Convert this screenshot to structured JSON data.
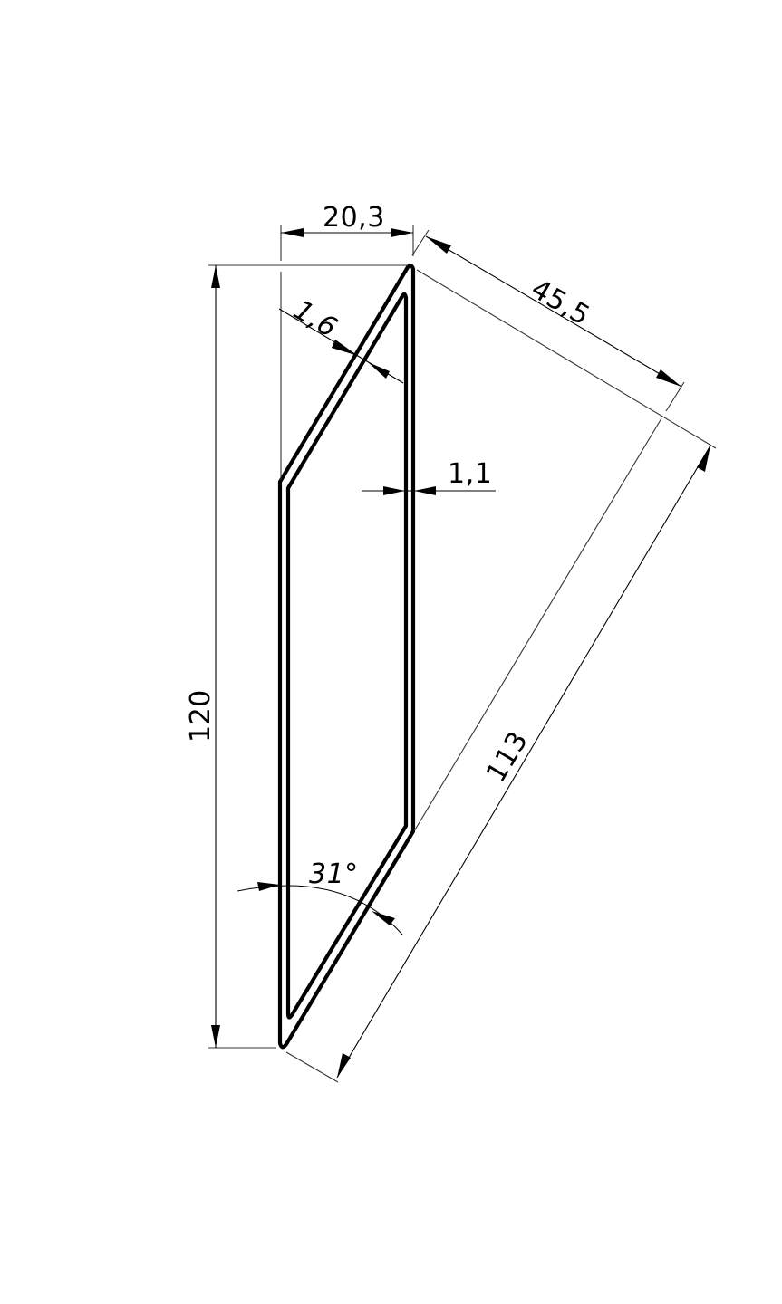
{
  "drawing": {
    "type": "technical-profile-drawing",
    "units": "mm",
    "decimal_separator": ",",
    "line_color": "#000000",
    "background": "#ffffff"
  },
  "dimensions": {
    "width_top": {
      "label": "20,3",
      "value": 20.3,
      "kind": "linear-horizontal"
    },
    "height_total": {
      "label": "120",
      "value": 120,
      "kind": "linear-vertical"
    },
    "wall_thickness_diagonal": {
      "label": "1,6",
      "value": 1.6,
      "kind": "linear-aligned"
    },
    "gap_right": {
      "label": "1,1",
      "value": 1.1,
      "kind": "linear-horizontal"
    },
    "diagonal_offset": {
      "label": "45,5",
      "value": 45.5,
      "kind": "linear-aligned"
    },
    "diagonal_length": {
      "label": "113",
      "value": 113,
      "kind": "linear-aligned"
    },
    "angle": {
      "label": "31°",
      "value": 31,
      "kind": "angular"
    }
  }
}
